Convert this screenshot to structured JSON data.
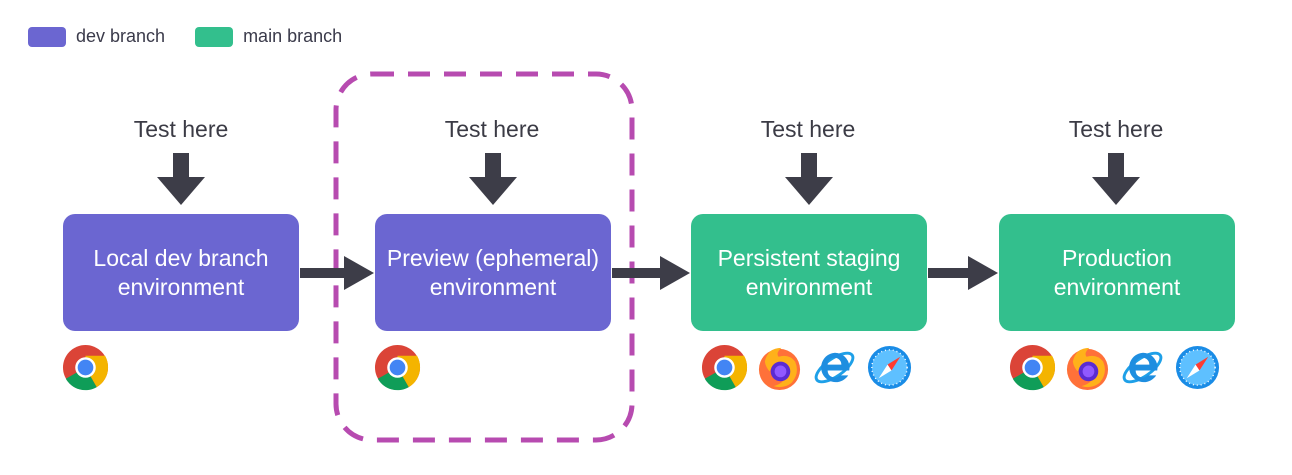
{
  "legend": [
    {
      "label": "dev branch",
      "color": "#6b66d1"
    },
    {
      "label": "main branch",
      "color": "#33bf8d"
    }
  ],
  "stages": [
    {
      "test_label": "Test here",
      "title": "Local dev branch\nenvironment",
      "branch": "dev",
      "browsers": [
        "chrome-icon"
      ]
    },
    {
      "test_label": "Test here",
      "title": "Preview (ephemeral)\nenvironment",
      "branch": "dev",
      "browsers": [
        "chrome-icon"
      ]
    },
    {
      "test_label": "Test here",
      "title": "Persistent staging\nenvironment",
      "branch": "main",
      "browsers": [
        "chrome-icon",
        "firefox-icon",
        "ie-icon",
        "safari-icon"
      ]
    },
    {
      "test_label": "Test here",
      "title": "Production\nenvironment",
      "branch": "main",
      "browsers": [
        "chrome-icon",
        "firefox-icon",
        "ie-icon",
        "safari-icon"
      ]
    }
  ],
  "colors": {
    "dev": "#6b66d1",
    "main": "#33bf8d",
    "arrow": "#3d3d48",
    "highlight_frame": "#b74bb0"
  }
}
